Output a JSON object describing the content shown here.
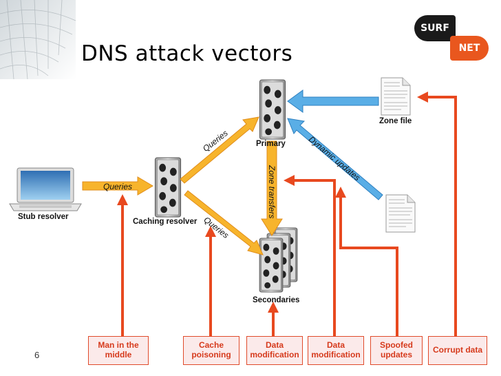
{
  "slide": {
    "title": "DNS attack vectors",
    "page_number": "6"
  },
  "logo": {
    "top_text": "SURF",
    "bottom_text": "NET"
  },
  "nodes": {
    "stub_resolver": "Stub resolver",
    "caching_resolver": "Caching resolver",
    "primary": "Primary",
    "secondaries": "Secondaries",
    "zone_file": "Zone file"
  },
  "flows": {
    "queries_stub_to_cache": "Queries",
    "queries_cache_to_primary": "Queries",
    "queries_cache_to_secondaries": "Queries",
    "zone_transfers": "Zone transfers",
    "dynamic_updates": "Dynamic updates"
  },
  "attacks": [
    {
      "label": "Man in the\nmiddle"
    },
    {
      "label": "Cache\npoisoning"
    },
    {
      "label": "Data\nmodification"
    },
    {
      "label": "Data\nmodification"
    },
    {
      "label": "Spoofed\nupdates"
    },
    {
      "label": "Corrupt data"
    }
  ],
  "colors": {
    "attack": "#e8491f",
    "query_flow": "#f7b42c",
    "update_flow": "#5aaee6",
    "badge_fill": "#fbeaea"
  },
  "icons": {
    "laptop": "laptop-icon",
    "server": "server-tower-icon",
    "document": "document-icon",
    "building": "glass-building-photo"
  }
}
